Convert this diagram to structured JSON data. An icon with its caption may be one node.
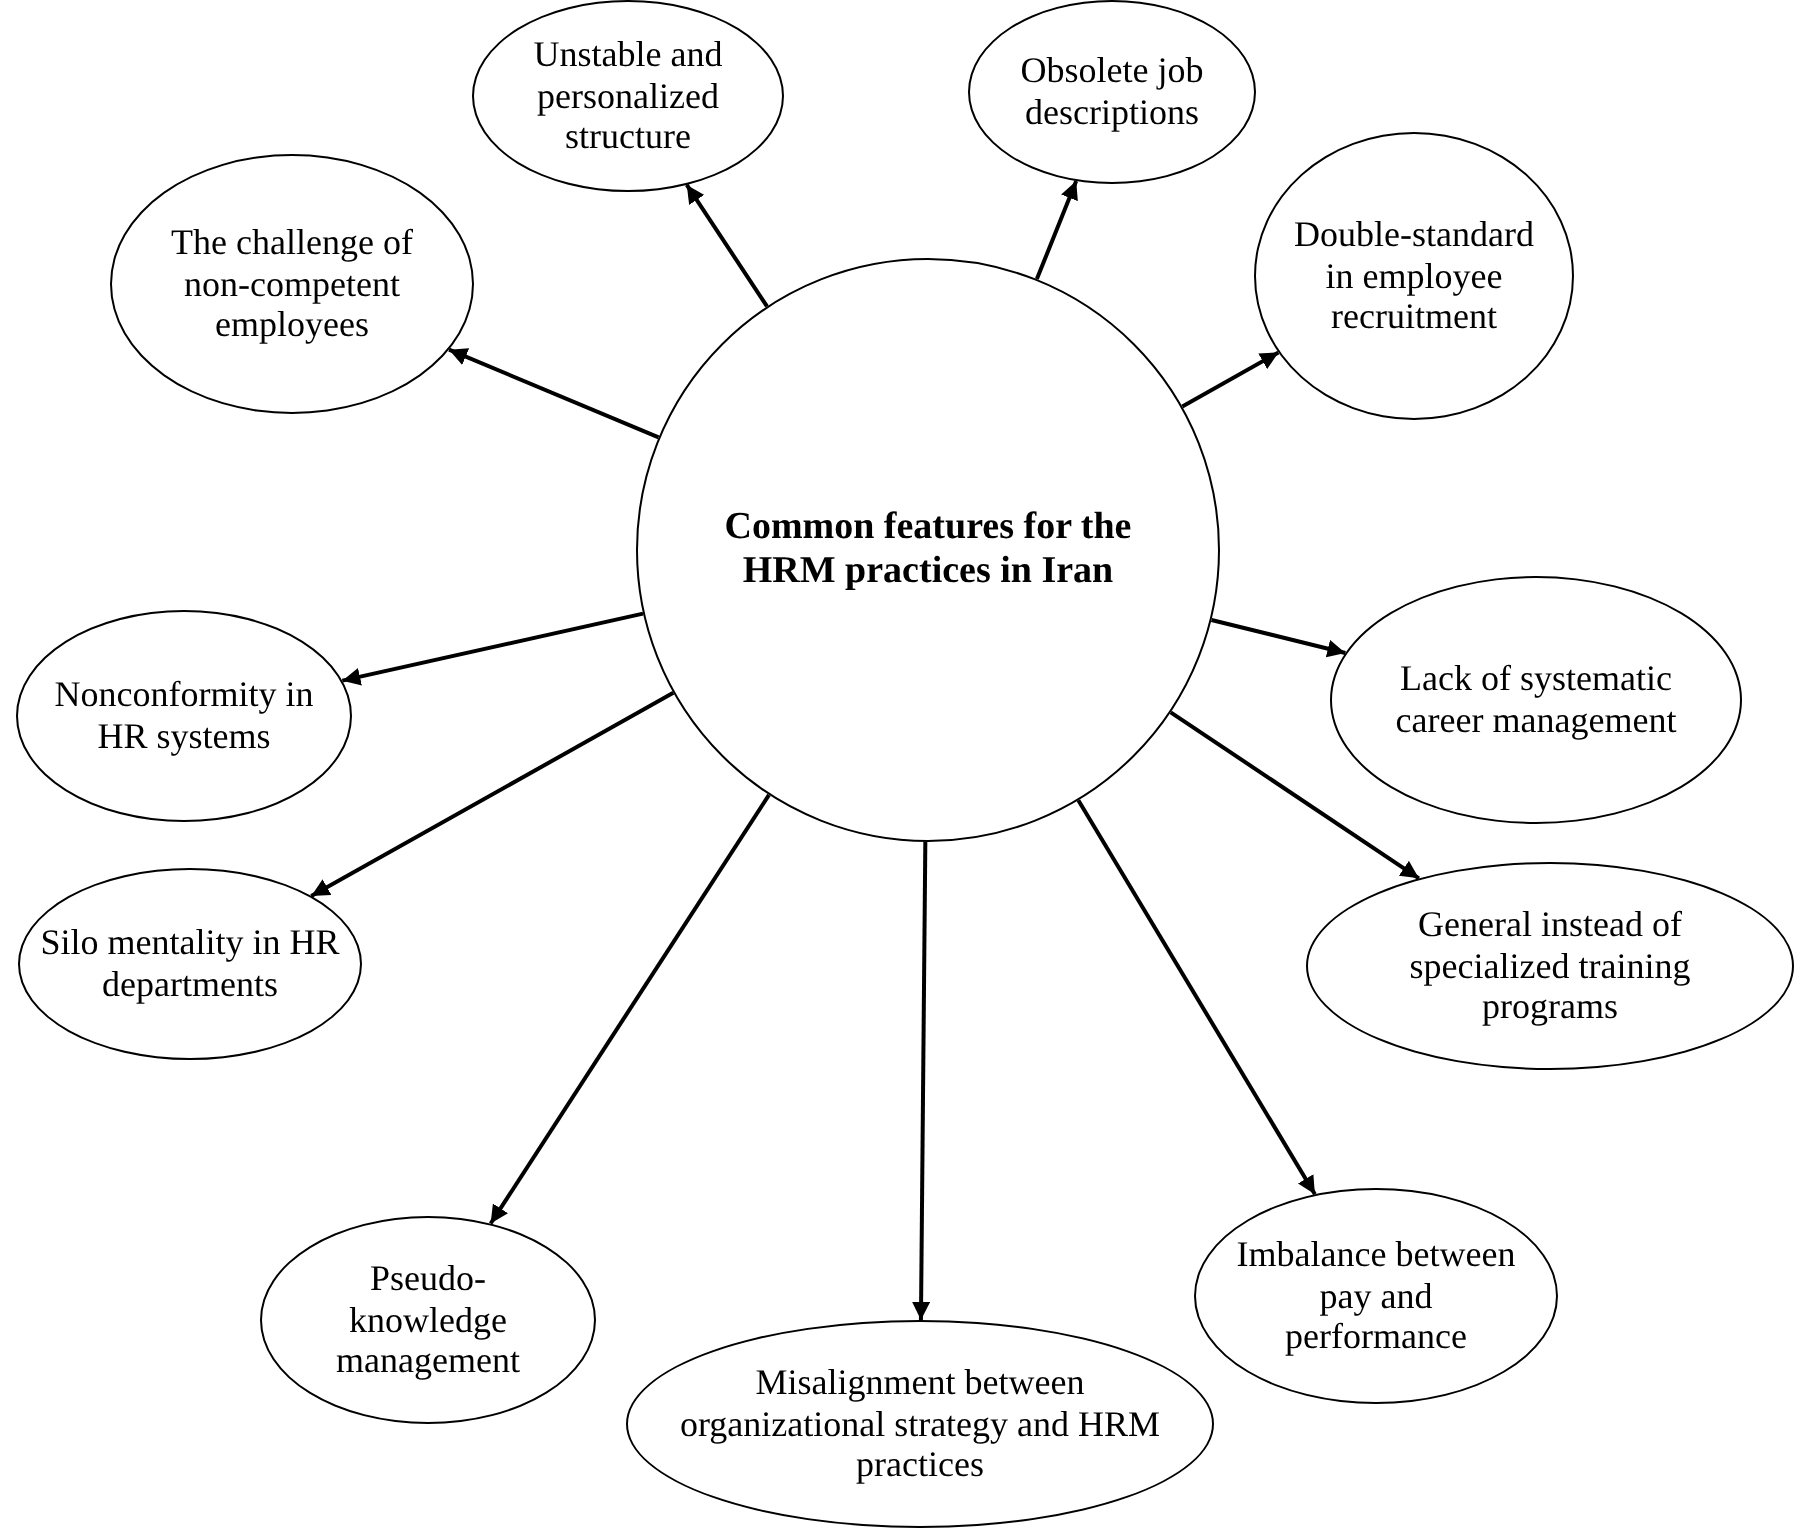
{
  "diagram": {
    "nodes": [
      {
        "text": [
          "Common features for the HRM practices in Iran"
        ]
      },
      {
        "text": [
          "Unstable and personalized structure"
        ]
      },
      {
        "text": [
          "Obsolete job descriptions"
        ]
      },
      {
        "text": [
          "The challenge of non-competent employees"
        ]
      },
      {
        "text": [
          "Double-standard in employee recruitment"
        ]
      },
      {
        "text": [
          "Nonconformity in HR systems"
        ]
      },
      {
        "text": [
          "Lack of systematic career management"
        ]
      },
      {
        "text": [
          "Silo mentality in HR departments"
        ]
      },
      {
        "text": [
          "General instead of specialized training programs"
        ]
      },
      {
        "text": [
          "Pseudo-knowledge management"
        ]
      },
      {
        "text": [
          "Imbalance between pay and performance"
        ]
      },
      {
        "text": [
          "Misalignment between organizational strategy and HRM practices"
        ]
      }
    ],
    "edges": [
      {
        "from": 0,
        "to": 1,
        "arrow": "to"
      },
      {
        "from": 0,
        "to": 2,
        "arrow": "to"
      },
      {
        "from": 0,
        "to": 3,
        "arrow": "to"
      },
      {
        "from": 0,
        "to": 4,
        "arrow": "to"
      },
      {
        "from": 0,
        "to": 5,
        "arrow": "to"
      },
      {
        "from": 0,
        "to": 6,
        "arrow": "to"
      },
      {
        "from": 0,
        "to": 7,
        "arrow": "to"
      },
      {
        "from": 0,
        "to": 8,
        "arrow": "to"
      },
      {
        "from": 0,
        "to": 9,
        "arrow": "to"
      },
      {
        "from": 0,
        "to": 10,
        "arrow": "to"
      },
      {
        "from": 0,
        "to": 11,
        "arrow": "to"
      }
    ]
  }
}
